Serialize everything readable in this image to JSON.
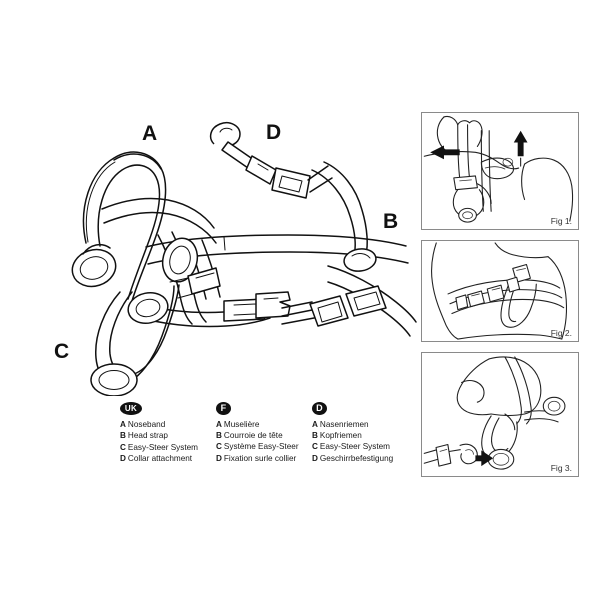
{
  "document": {
    "type": "product-instruction-illustration",
    "subject": "Dog head halter / Easy-Steer harness",
    "background_color": "#ffffff",
    "line_color": "#111111",
    "panel_border_color": "#8a8a8a"
  },
  "main_diagram": {
    "name": "head-halter-exploded-view",
    "callouts": [
      {
        "id": "A",
        "label": "A"
      },
      {
        "id": "B",
        "label": "B"
      },
      {
        "id": "C",
        "label": "C"
      },
      {
        "id": "D",
        "label": "D"
      }
    ]
  },
  "legend": {
    "columns": [
      {
        "badge": "UK",
        "badge_shape": "oval",
        "items": [
          {
            "key": "A",
            "text": "Noseband"
          },
          {
            "key": "B",
            "text": "Head strap"
          },
          {
            "key": "C",
            "text": "Easy-Steer System"
          },
          {
            "key": "D",
            "text": "Collar attachment"
          }
        ]
      },
      {
        "badge": "F",
        "badge_shape": "oval",
        "items": [
          {
            "key": "A",
            "text": "Muselière"
          },
          {
            "key": "B",
            "text": "Courroie de tête"
          },
          {
            "key": "C",
            "text": "Système Easy-Steer"
          },
          {
            "key": "D",
            "text": "Fixation surle collier"
          }
        ]
      },
      {
        "badge": "D",
        "badge_shape": "oval",
        "items": [
          {
            "key": "A",
            "text": "Nasenriemen"
          },
          {
            "key": "B",
            "text": "Kopfriemen"
          },
          {
            "key": "C",
            "text": "Easy-Steer System"
          },
          {
            "key": "D",
            "text": "Geschirrbefestigung"
          }
        ]
      }
    ]
  },
  "figures": [
    {
      "id": "fig1",
      "caption": "Fig 1.",
      "description": "Hand holding strap on dog muzzle with directional arrows",
      "icons": [
        "arrow-left-icon",
        "arrow-up-icon"
      ]
    },
    {
      "id": "fig2",
      "caption": "Fig 2.",
      "description": "Collar with side-release buckle fastened around dog's neck"
    },
    {
      "id": "fig3",
      "caption": "Fig 3.",
      "description": "Leash clip attaching to the halter ring under dog's chin",
      "icons": [
        "arrow-right-icon"
      ]
    }
  ]
}
